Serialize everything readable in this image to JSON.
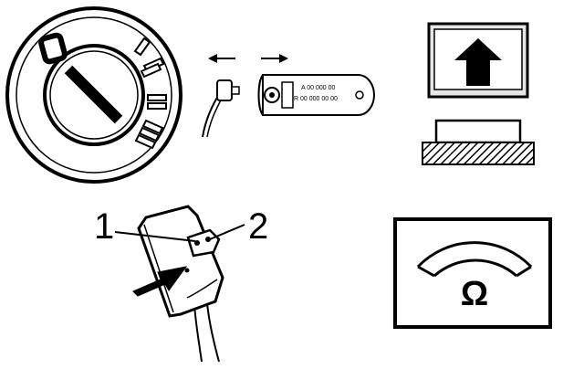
{
  "diagram": {
    "callouts": {
      "one": "1",
      "two": "2"
    },
    "sensor_label": {
      "line1": "A 00 000 00",
      "line2": "R 00 000 00 00"
    },
    "meter_symbol": "Ω",
    "icons": {
      "switch": "rotary-light-switch-icon",
      "sensor": "temperature-sensor-icon",
      "up_key": "up-arrow-key-icon",
      "plug": "connector-plug-icon",
      "meter": "ohmmeter-icon"
    },
    "colors": {
      "ink": "#000000",
      "paper": "#ffffff",
      "shade": "#e6e6e6"
    }
  }
}
